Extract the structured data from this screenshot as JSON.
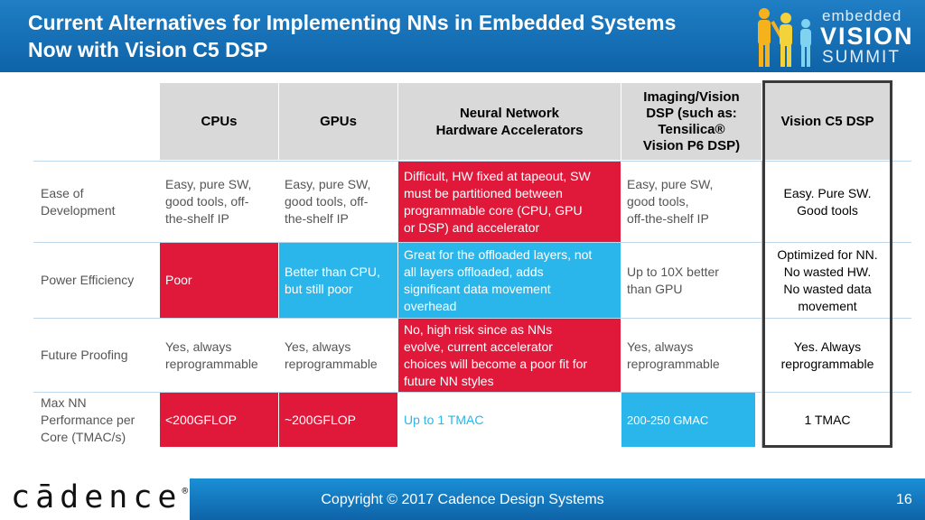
{
  "header": {
    "title_line1": "Current Alternatives for Implementing NNs in Embedded Systems",
    "title_line2": "Now with Vision C5 DSP",
    "logo": {
      "embedded": "embedded",
      "vision": "VISION",
      "summit": "SUMMIT",
      "figure_colors": [
        "#f6b21c",
        "#f4d23a",
        "#7fd3f0"
      ]
    }
  },
  "table": {
    "columns": {
      "cpus": "CPUs",
      "gpus": "GPUs",
      "nn_hw": {
        "line1": "Neural Network",
        "line2": "Hardware Accelerators"
      },
      "dsp": {
        "line1": "Imaging/Vision",
        "line2": "DSP (such as:",
        "line3": "Tensilica®",
        "line4": "Vision P6 DSP)"
      },
      "c5": "Vision C5 DSP"
    },
    "rows": {
      "ease": {
        "label_line1": "Ease of",
        "label_line2": "Development",
        "cpus": {
          "l1": "Easy, pure SW,",
          "l2": "good tools, off-",
          "l3": "the-shelf IP"
        },
        "gpus": {
          "l1": "Easy, pure SW,",
          "l2": "good tools, off-",
          "l3": "the-shelf IP"
        },
        "nn_hw": {
          "l1": "Difficult, HW fixed at tapeout, SW",
          "l2": "must be partitioned between",
          "l3": "programmable core (CPU, GPU",
          "l4": "or DSP) and accelerator"
        },
        "dsp": {
          "l1": "Easy, pure SW,",
          "l2": "good tools,",
          "l3": "off-the-shelf IP"
        },
        "c5": {
          "l1": "Easy. Pure SW.",
          "l2": "Good tools"
        }
      },
      "power": {
        "label": "Power Efficiency",
        "cpus": "Poor",
        "gpus": {
          "l1": "Better than CPU,",
          "l2": "but still poor"
        },
        "nn_hw": {
          "l1": "Great for the offloaded layers, not",
          "l2": "all layers offloaded, adds",
          "l3": "significant data movement",
          "l4": "overhead"
        },
        "dsp": {
          "l1": "Up to 10X better",
          "l2": "than GPU"
        },
        "c5": {
          "l1": "Optimized for NN.",
          "l2": "No wasted HW.",
          "l3": "No wasted data",
          "l4": "movement"
        }
      },
      "future": {
        "label": "Future Proofing",
        "cpus": {
          "l1": "Yes, always",
          "l2": "reprogrammable"
        },
        "gpus": {
          "l1": "Yes, always",
          "l2": "reprogrammable"
        },
        "nn_hw": {
          "l1": "No, high risk since as NNs",
          "l2": "evolve, current accelerator",
          "l3": "choices will become a poor fit for",
          "l4": "future NN styles"
        },
        "dsp": {
          "l1": "Yes, always",
          "l2": "reprogrammable"
        },
        "c5": {
          "l1": "Yes. Always",
          "l2": "reprogrammable"
        }
      },
      "perf": {
        "label_line1": "Max NN",
        "label_line2": "Performance per",
        "label_line3": "Core (TMAC/s)",
        "cpus": "<200GFLOP",
        "gpus": "~200GFLOP",
        "nn_hw": "Up to 1 TMAC",
        "dsp": "200-250 GMAC",
        "c5": "1 TMAC"
      }
    },
    "colors": {
      "red": "#e0183a",
      "cyan": "#2ab6ea",
      "header_gray": "#d9d9d9",
      "accent_blue": "#1f7ec4"
    }
  },
  "footer": {
    "brand": "cādence",
    "brand_mark": "®",
    "copyright": "Copyright © 2017 Cadence Design Systems",
    "page_number": "16"
  }
}
